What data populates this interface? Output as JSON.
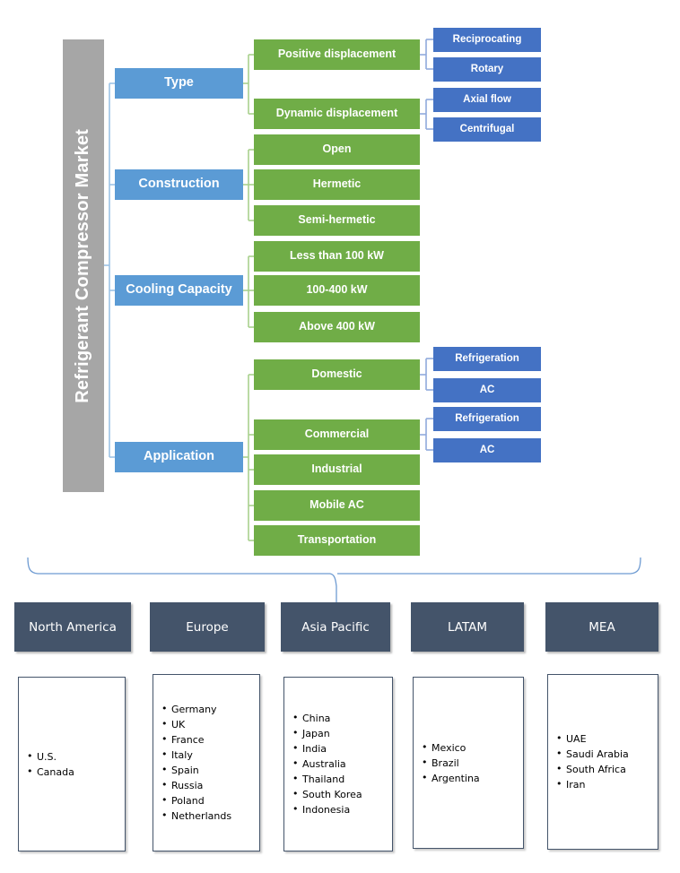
{
  "diagram": {
    "title": "Refrigerant Compressor Market",
    "colors": {
      "root": "#A6A6A6",
      "category": "#5B9BD5",
      "subsegment": "#70AD47",
      "leaf": "#4472C4",
      "region_header": "#44546A",
      "region_box_border": "#44546A",
      "background": "#FFFFFF"
    },
    "categories": [
      {
        "label": "Type",
        "children": [
          {
            "label": "Positive displacement",
            "children": [
              {
                "label": "Reciprocating"
              },
              {
                "label": "Rotary"
              }
            ]
          },
          {
            "label": "Dynamic displacement",
            "children": [
              {
                "label": "Axial flow"
              },
              {
                "label": "Centrifugal"
              }
            ]
          }
        ]
      },
      {
        "label": "Construction",
        "children": [
          {
            "label": "Open",
            "children": []
          },
          {
            "label": "Hermetic",
            "children": []
          },
          {
            "label": "Semi-hermetic",
            "children": []
          }
        ]
      },
      {
        "label": "Cooling Capacity",
        "children": [
          {
            "label": "Less than 100 kW",
            "children": []
          },
          {
            "label": "100-400  kW",
            "children": []
          },
          {
            "label": "Above 400 kW",
            "children": []
          }
        ]
      },
      {
        "label": "Application",
        "children": [
          {
            "label": "Domestic",
            "children": [
              {
                "label": "Refrigeration"
              },
              {
                "label": "AC"
              }
            ]
          },
          {
            "label": "Commercial",
            "children": [
              {
                "label": "Refrigeration"
              },
              {
                "label": "AC"
              }
            ]
          },
          {
            "label": "Industrial",
            "children": []
          },
          {
            "label": "Mobile AC",
            "children": []
          },
          {
            "label": "Transportation",
            "children": []
          }
        ]
      }
    ],
    "regions": [
      {
        "name": "North America",
        "countries": [
          "U.S.",
          "Canada"
        ]
      },
      {
        "name": "Europe",
        "countries": [
          "Germany",
          "UK",
          "France",
          "Italy",
          "Spain",
          "Russia",
          "Poland",
          "Netherlands"
        ]
      },
      {
        "name": "Asia Pacific",
        "countries": [
          "China",
          "Japan",
          "India",
          "Australia",
          "Thailand",
          "South Korea",
          "Indonesia"
        ]
      },
      {
        "name": "LATAM",
        "countries": [
          "Mexico",
          "Brazil",
          "Argentina"
        ]
      },
      {
        "name": "MEA",
        "countries": [
          "UAE",
          "Saudi Arabia",
          "South Africa",
          "Iran"
        ]
      }
    ]
  }
}
